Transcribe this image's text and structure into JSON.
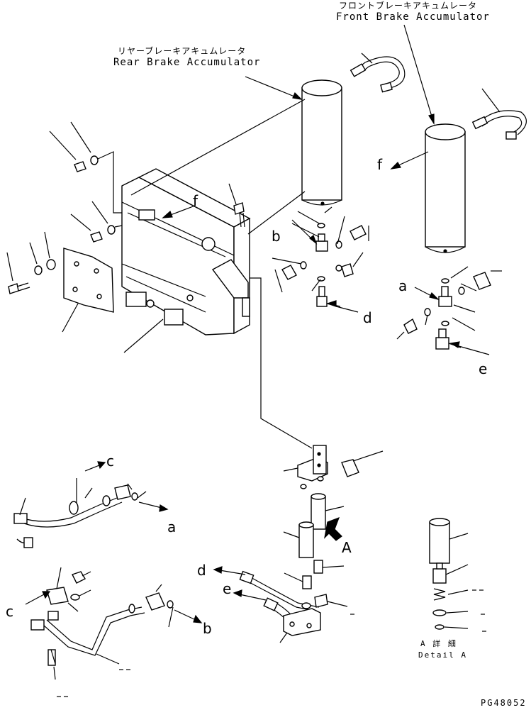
{
  "labels": {
    "front_accumulator_jp": "フロントブレーキアキュムレータ",
    "front_accumulator_en": "Front Brake Accumulator",
    "rear_accumulator_jp": "リヤーブレーキアキュムレータ",
    "rear_accumulator_en": "Rear Brake Accumulator"
  },
  "callouts": {
    "a": "a",
    "b": "b",
    "c": "c",
    "d": "d",
    "e": "e",
    "f": "f",
    "A": "A"
  },
  "detail": {
    "jp": "A 詳 細",
    "en": "Detail A"
  },
  "code": "PG48052"
}
